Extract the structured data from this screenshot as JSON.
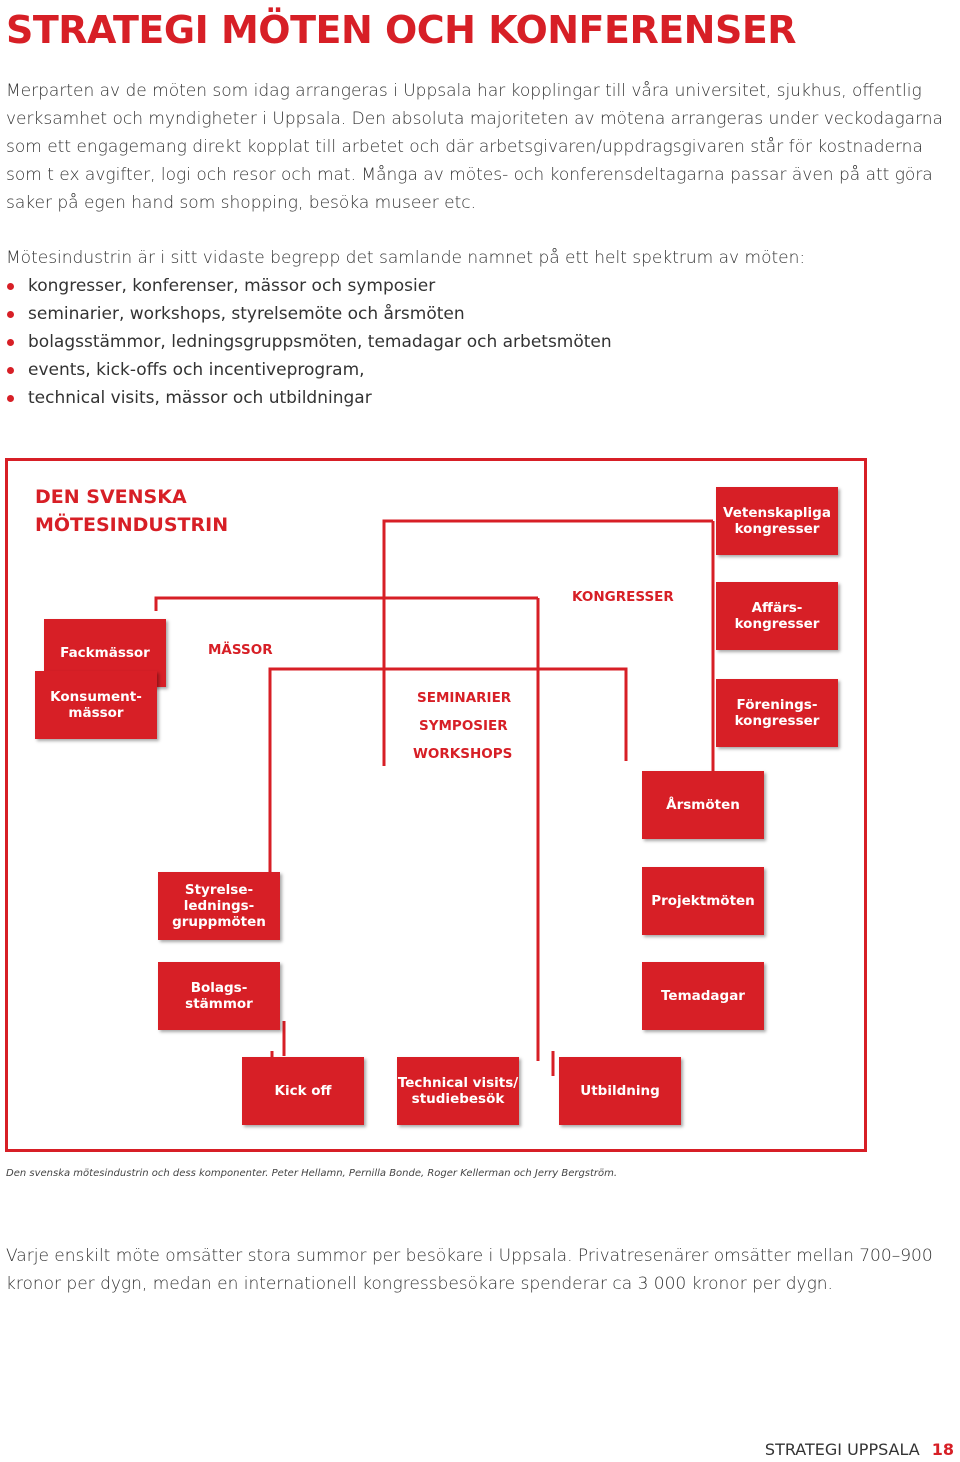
{
  "page": {
    "title": "STRATEGI MÖTEN OCH KONFERENSER",
    "paragraph1": "Merparten av de möten som idag arrangeras i Uppsala har kopplingar till våra universitet, sjukhus, offentlig verksamhet och myndigheter i Uppsala. Den absoluta majoriteten av mötena arrangeras under veckodagarna som ett engagemang direkt kopplat till arbetet och där arbetsgivaren/uppdragsgivaren står för kostnaderna som t ex avgifter, logi och resor och mat. Många av mötes- och konferensdeltagarna passar även på att göra saker på egen hand som shopping, besöka museer etc.",
    "paragraph2": "Mötesindustrin är i sitt vidaste begrepp det samlande namnet på ett helt spektrum av möten:",
    "bullets": [
      "kongresser, konferenser, mässor och symposier",
      "seminarier, workshops, styrelsemöte och årsmöten",
      "bolagsstämmor, ledningsgruppsmöten, temadagar och arbetsmöten",
      "events, kick-offs och incentiveprogram,",
      "technical visits, mässor och utbildningar"
    ],
    "caption": "Den svenska mötesindustrin och dess komponenter. Peter Hellamn, Pernilla Bonde, Roger Kellerman och Jerry Bergström.",
    "paragraph3": "Varje enskilt möte omsätter stora summor per besökare i Uppsala. Privatresenärer omsätter mellan 700–900 kronor per dygn, medan en internationell kongressbesökare spenderar ca 3 000 kronor per dygn.",
    "footer_label": "STRATEGI UPPSALA",
    "page_number": "18"
  },
  "diagram": {
    "title": "DEN SVENSKA\nMÖTESINDUSTRIN",
    "labels": {
      "kongresser": "KONGRESSER",
      "massor": "MÄSSOR",
      "seminarier": "SEMINARIER",
      "symposier": "SYMPOSIER",
      "workshops": "WORKSHOPS"
    },
    "boxes": {
      "vetenskapliga": "Vetenskapliga\nkongresser",
      "affars": "Affärs-\nkongresser",
      "forenings": "Förenings-\nkongresser",
      "arsmoten": "Årsmöten",
      "projektmoten": "Projektmöten",
      "temadagar": "Temadagar",
      "fackmassor": "Fackmässor",
      "konsument": "Konsument-\nmässor",
      "styrelse": "Styrelse-\nlednings-\ngruppmöten",
      "bolags": "Bolags-\nstämmor",
      "kickoff": "Kick off",
      "technical": "Technical visits/\nstudiebesök",
      "utbildning": "Utbildning"
    }
  },
  "colors": {
    "accent": "#d71f26",
    "text": "#333333"
  }
}
